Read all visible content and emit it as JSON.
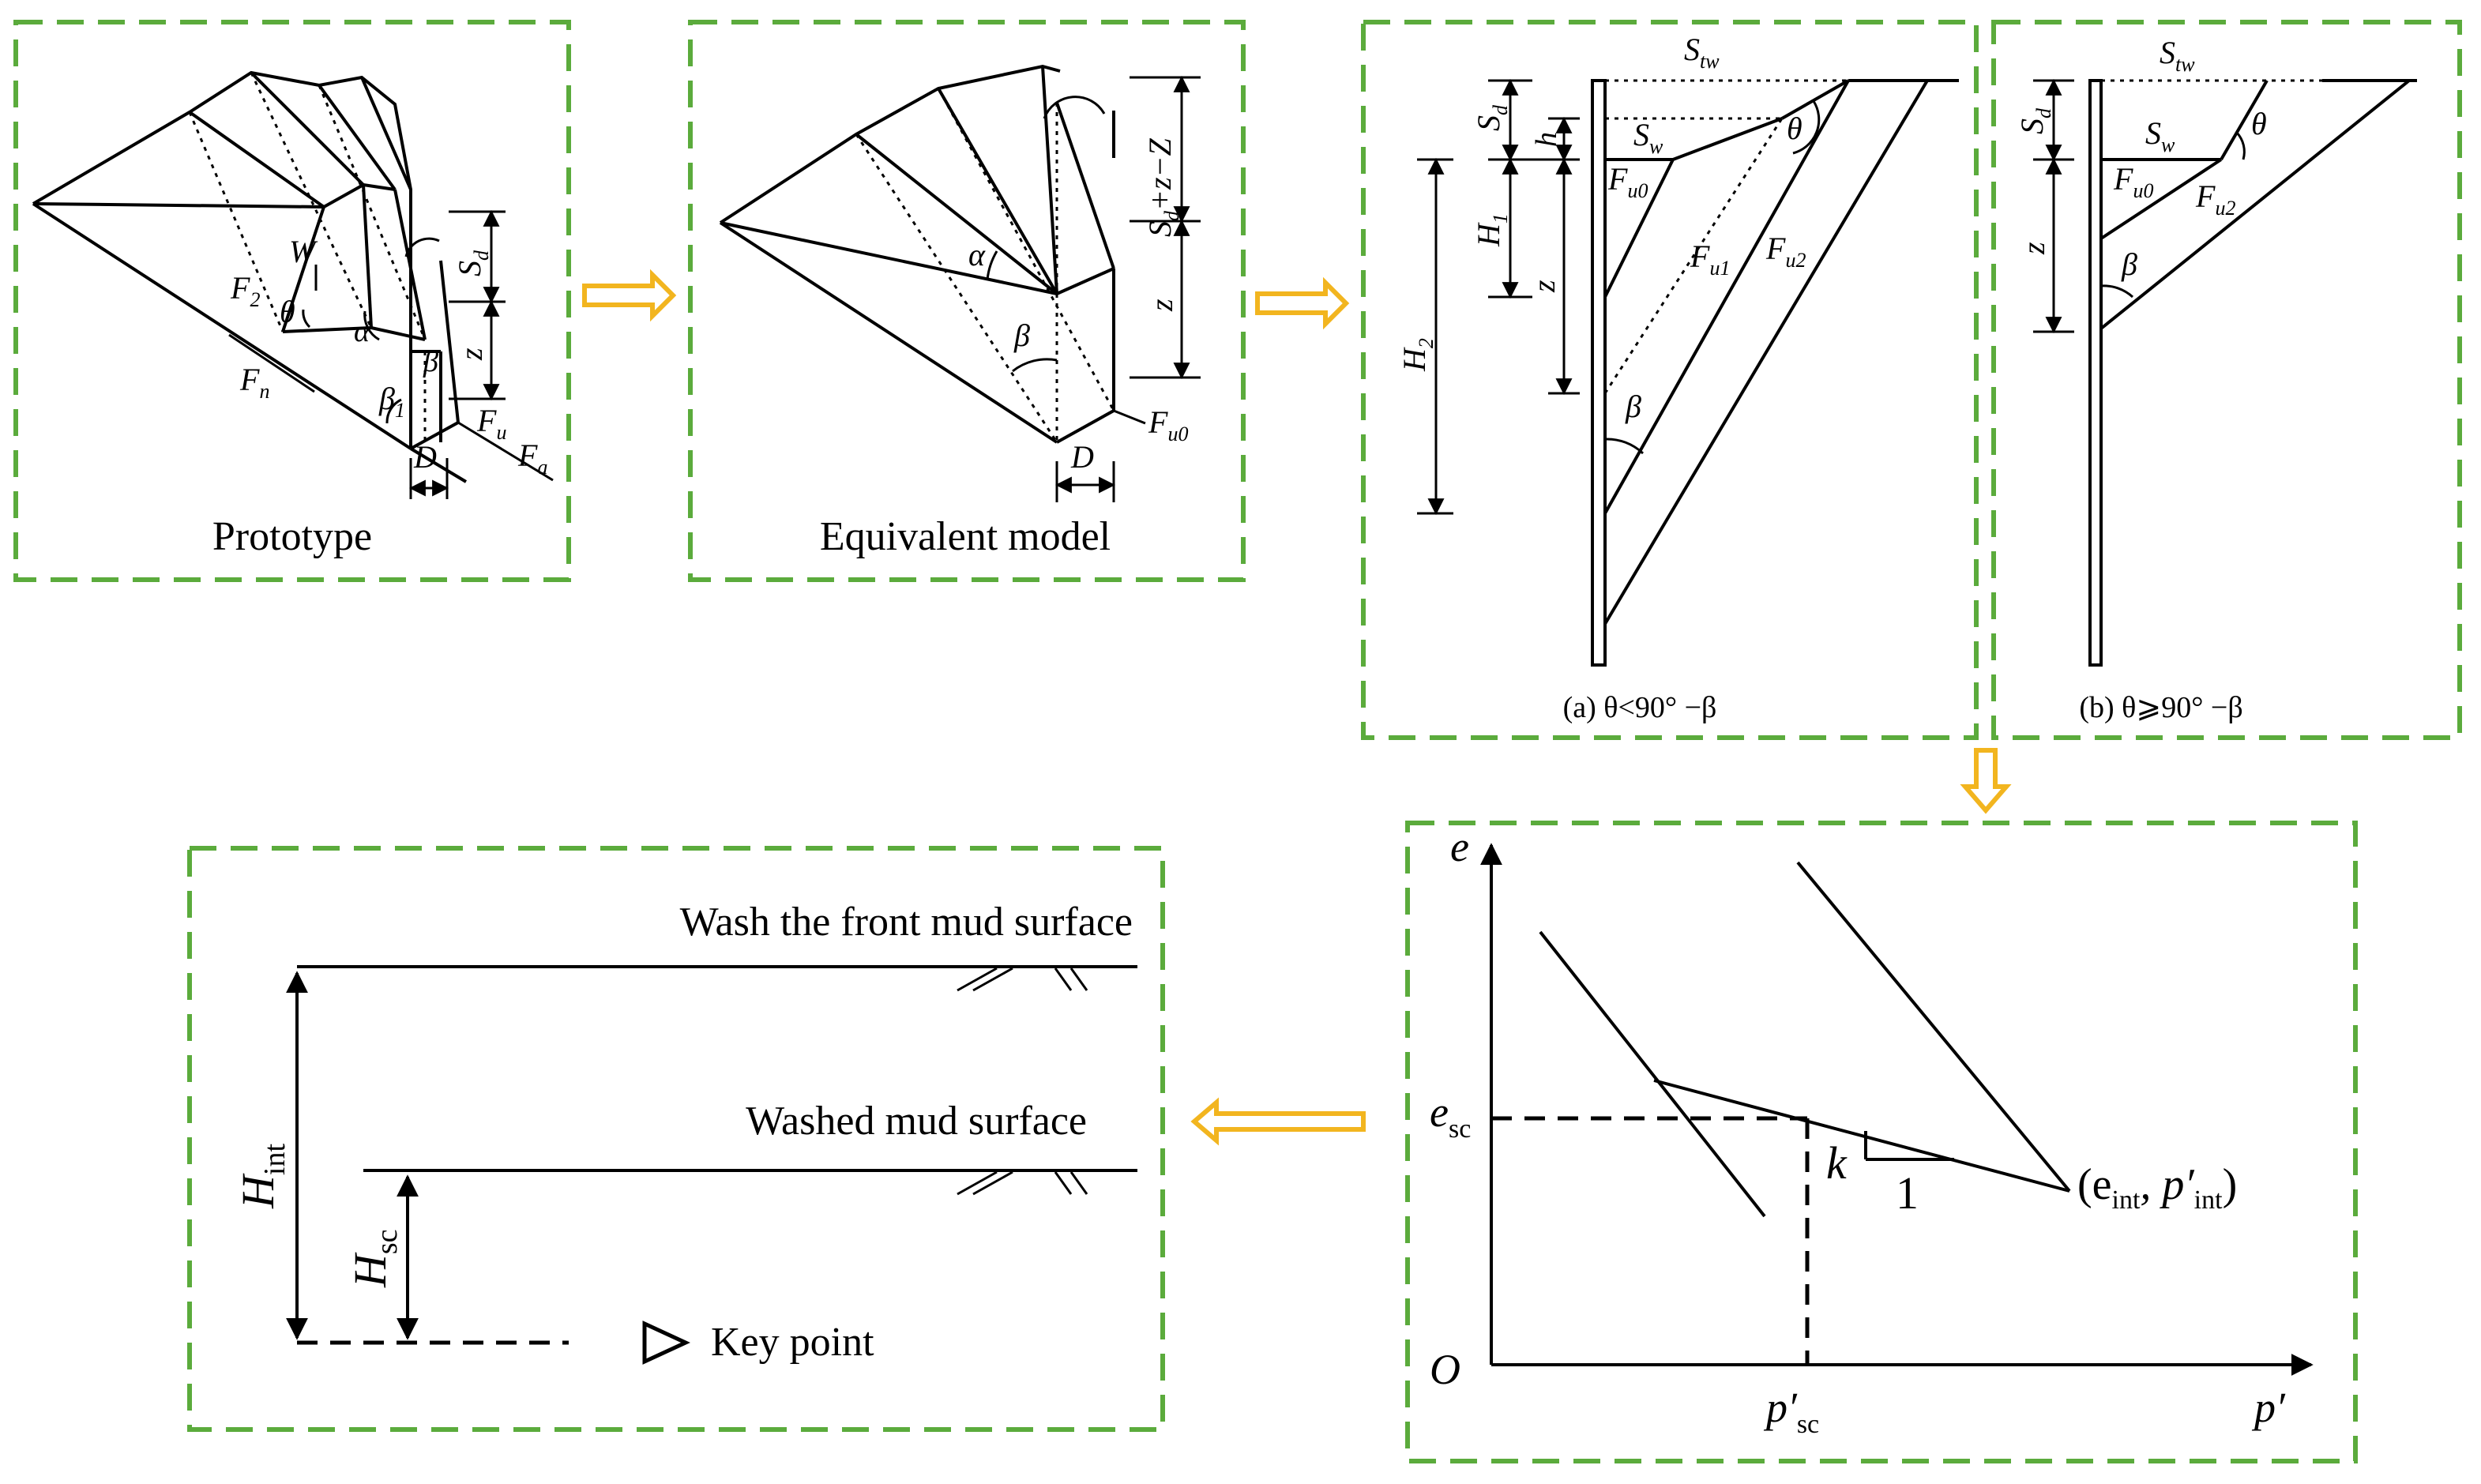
{
  "colors": {
    "panel_border": "#5bab3c",
    "flow_arrow": "#f2b51f",
    "line": "#000000"
  },
  "panel1": {
    "caption": "Prototype"
  },
  "panel2": {
    "caption": "Equivalent model"
  },
  "panel3": {
    "caption": "(a)   θ<90° −β"
  },
  "panel4": {
    "caption": "(b)   θ⩾90° −β"
  },
  "panel5": {
    "axis_y": "e",
    "axis_x": "p′",
    "origin": "O",
    "e_sc_label": "e",
    "e_sc_sub": "sc",
    "p_sc_label": "p′",
    "p_sc_sub": "sc",
    "slope_k": "k",
    "slope_run": "1",
    "point_label": "(e",
    "point_sub1": "int",
    "point_mid": ", p′",
    "point_sub2": "int",
    "point_end": ")"
  },
  "panel6": {
    "top_surface": "Wash the front mud surface",
    "bottom_surface": "Washed mud surface",
    "key_point": "Key point",
    "h_int": "H",
    "h_int_sub": "int",
    "h_sc": "H",
    "h_sc_sub": "sc"
  },
  "labels": {
    "W": "W",
    "F2": "F",
    "F2_sub": "2",
    "Fn": "F",
    "Fn_sub": "n",
    "theta": "θ",
    "alpha": "α",
    "beta": "β",
    "beta1": "β",
    "beta1_sub": "1",
    "Sd": "S",
    "Sd_sub": "d",
    "z": "z",
    "D": "D",
    "Fu": "F",
    "Fu_sub": "u",
    "Fa": "F",
    "Fa_sub": "a",
    "SdzZ": "S",
    "SdzZ_sub": "d",
    "SdzZ_rest": "+z−Z",
    "Fu0": "F",
    "Fu0_sub": "u0",
    "Fu1": "F",
    "Fu1_sub": "u1",
    "Fu2": "F",
    "Fu2_sub": "u2",
    "Stw": "S",
    "Stw_sub": "tw",
    "Sw": "S",
    "Sw_sub": "w",
    "h": "h",
    "H1": "H",
    "H1_sub": "1",
    "H2": "H",
    "H2_sub": "2"
  }
}
